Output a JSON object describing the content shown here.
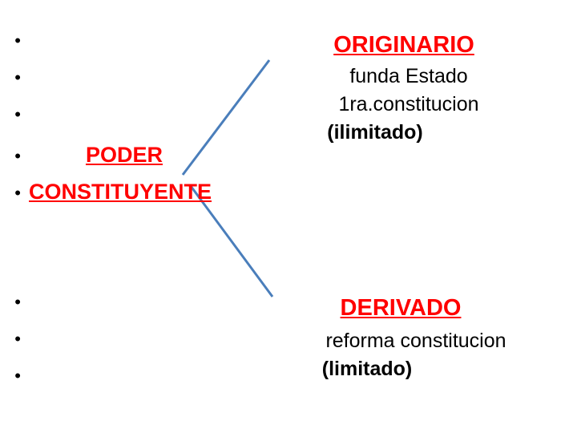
{
  "slide": {
    "bullet_glyph": "•",
    "left_column": {
      "rows": [
        {
          "bullet": "•",
          "text": ""
        },
        {
          "bullet": "•",
          "text": ""
        },
        {
          "bullet": "•",
          "text": ""
        },
        {
          "bullet": "•",
          "text": "PODER"
        },
        {
          "bullet": "•",
          "text": "CONSTITUYENTE"
        },
        {
          "bullet": "•",
          "text": ""
        },
        {
          "bullet": "•",
          "text": ""
        },
        {
          "bullet": "•",
          "text": ""
        }
      ]
    },
    "branches": [
      {
        "title": "ORIGINARIO",
        "lines": [
          {
            "text": "funda Estado",
            "bold": false
          },
          {
            "text": "1ra.constitucion",
            "bold": false
          },
          {
            "text": "(ilimitado)",
            "bold": true
          }
        ]
      },
      {
        "title": "DERIVADO",
        "lines": [
          {
            "text": "reforma constitucion",
            "bold": false
          },
          {
            "text": "(limitado)",
            "bold": true
          }
        ]
      }
    ],
    "colors": {
      "heading_red": "#ff0000",
      "body_black": "#000000",
      "connector_blue": "#4a7ebb",
      "background": "#ffffff"
    }
  }
}
